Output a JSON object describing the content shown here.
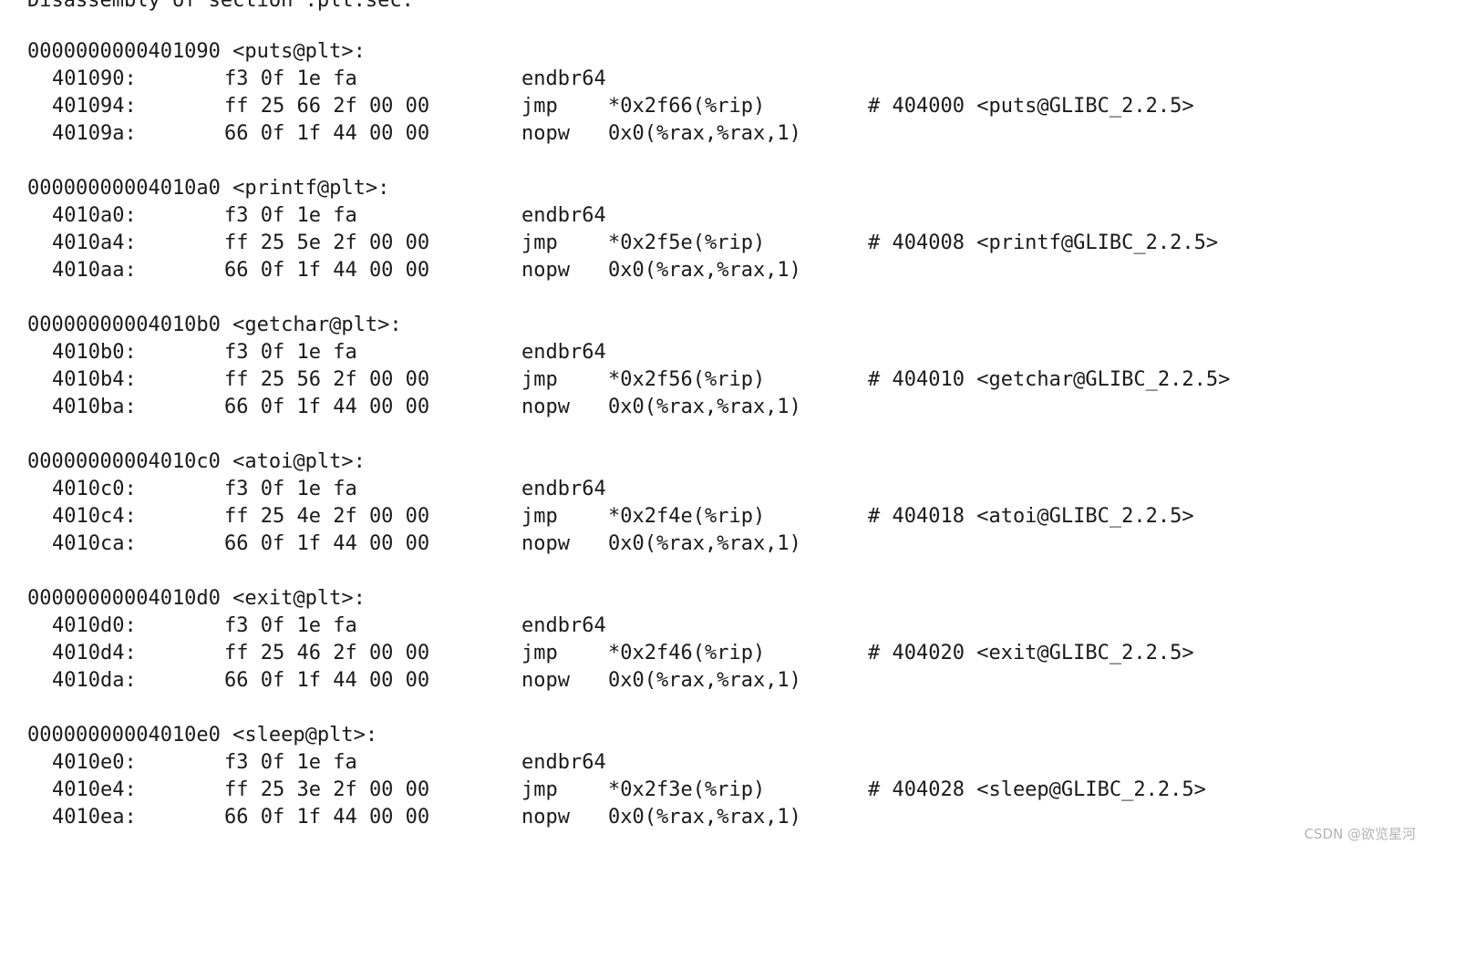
{
  "section_title": "Disassembly of section .plt.sec:",
  "blocks": [
    {
      "header": "0000000000401090 <puts@plt>:",
      "instructions": [
        {
          "addr": "401090:",
          "bytes": "f3 0f 1e fa",
          "mnemonic": "endbr64",
          "operands": "",
          "comment": ""
        },
        {
          "addr": "401094:",
          "bytes": "ff 25 66 2f 00 00",
          "mnemonic": "jmp",
          "operands": "*0x2f66(%rip)",
          "comment": "# 404000 <puts@GLIBC_2.2.5>"
        },
        {
          "addr": "40109a:",
          "bytes": "66 0f 1f 44 00 00",
          "mnemonic": "nopw",
          "operands": "0x0(%rax,%rax,1)",
          "comment": ""
        }
      ]
    },
    {
      "header": "00000000004010a0 <printf@plt>:",
      "instructions": [
        {
          "addr": "4010a0:",
          "bytes": "f3 0f 1e fa",
          "mnemonic": "endbr64",
          "operands": "",
          "comment": ""
        },
        {
          "addr": "4010a4:",
          "bytes": "ff 25 5e 2f 00 00",
          "mnemonic": "jmp",
          "operands": "*0x2f5e(%rip)",
          "comment": "# 404008 <printf@GLIBC_2.2.5>"
        },
        {
          "addr": "4010aa:",
          "bytes": "66 0f 1f 44 00 00",
          "mnemonic": "nopw",
          "operands": "0x0(%rax,%rax,1)",
          "comment": ""
        }
      ]
    },
    {
      "header": "00000000004010b0 <getchar@plt>:",
      "instructions": [
        {
          "addr": "4010b0:",
          "bytes": "f3 0f 1e fa",
          "mnemonic": "endbr64",
          "operands": "",
          "comment": ""
        },
        {
          "addr": "4010b4:",
          "bytes": "ff 25 56 2f 00 00",
          "mnemonic": "jmp",
          "operands": "*0x2f56(%rip)",
          "comment": "# 404010 <getchar@GLIBC_2.2.5>"
        },
        {
          "addr": "4010ba:",
          "bytes": "66 0f 1f 44 00 00",
          "mnemonic": "nopw",
          "operands": "0x0(%rax,%rax,1)",
          "comment": ""
        }
      ]
    },
    {
      "header": "00000000004010c0 <atoi@plt>:",
      "instructions": [
        {
          "addr": "4010c0:",
          "bytes": "f3 0f 1e fa",
          "mnemonic": "endbr64",
          "operands": "",
          "comment": ""
        },
        {
          "addr": "4010c4:",
          "bytes": "ff 25 4e 2f 00 00",
          "mnemonic": "jmp",
          "operands": "*0x2f4e(%rip)",
          "comment": "# 404018 <atoi@GLIBC_2.2.5>"
        },
        {
          "addr": "4010ca:",
          "bytes": "66 0f 1f 44 00 00",
          "mnemonic": "nopw",
          "operands": "0x0(%rax,%rax,1)",
          "comment": ""
        }
      ]
    },
    {
      "header": "00000000004010d0 <exit@plt>:",
      "instructions": [
        {
          "addr": "4010d0:",
          "bytes": "f3 0f 1e fa",
          "mnemonic": "endbr64",
          "operands": "",
          "comment": ""
        },
        {
          "addr": "4010d4:",
          "bytes": "ff 25 46 2f 00 00",
          "mnemonic": "jmp",
          "operands": "*0x2f46(%rip)",
          "comment": "# 404020 <exit@GLIBC_2.2.5>"
        },
        {
          "addr": "4010da:",
          "bytes": "66 0f 1f 44 00 00",
          "mnemonic": "nopw",
          "operands": "0x0(%rax,%rax,1)",
          "comment": ""
        }
      ]
    },
    {
      "header": "00000000004010e0 <sleep@plt>:",
      "instructions": [
        {
          "addr": "4010e0:",
          "bytes": "f3 0f 1e fa",
          "mnemonic": "endbr64",
          "operands": "",
          "comment": ""
        },
        {
          "addr": "4010e4:",
          "bytes": "ff 25 3e 2f 00 00",
          "mnemonic": "jmp",
          "operands": "*0x2f3e(%rip)",
          "comment": "# 404028 <sleep@GLIBC_2.2.5>"
        },
        {
          "addr": "4010ea:",
          "bytes": "66 0f 1f 44 00 00",
          "mnemonic": "nopw",
          "operands": "0x0(%rax,%rax,1)",
          "comment": ""
        }
      ]
    }
  ],
  "watermark": "CSDN @欲览星河"
}
